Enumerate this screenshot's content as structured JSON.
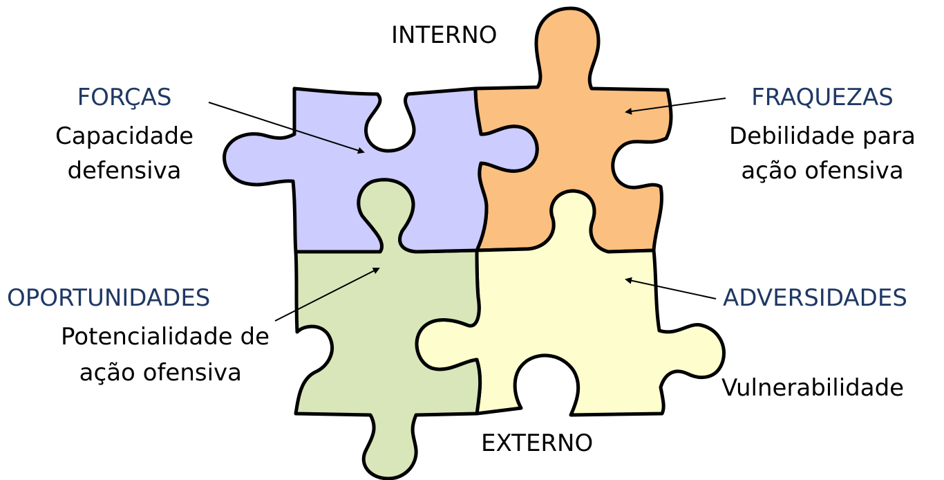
{
  "labels": {
    "interno": "INTERNO",
    "externo": "EXTERNO"
  },
  "quadrants": {
    "forcas": {
      "title": "FORÇAS",
      "line1": "Capacidade",
      "line2": "defensiva",
      "color": "#ccccff"
    },
    "fraquezas": {
      "title": "FRAQUEZAS",
      "line1": "Debilidade para",
      "line2": "ação ofensiva",
      "color": "#fbbf80"
    },
    "oportunidades": {
      "title": "OPORTUNIDADES",
      "line1": "Potencialidade de",
      "line2": "ação ofensiva",
      "color": "#d8e6b9"
    },
    "adversidades": {
      "title": "ADVERSIDADES",
      "line1": "Vulnerabilidade",
      "color": "#fdfdcd"
    }
  },
  "colors": {
    "title_text": "#1f3864",
    "outline": "#000000"
  }
}
